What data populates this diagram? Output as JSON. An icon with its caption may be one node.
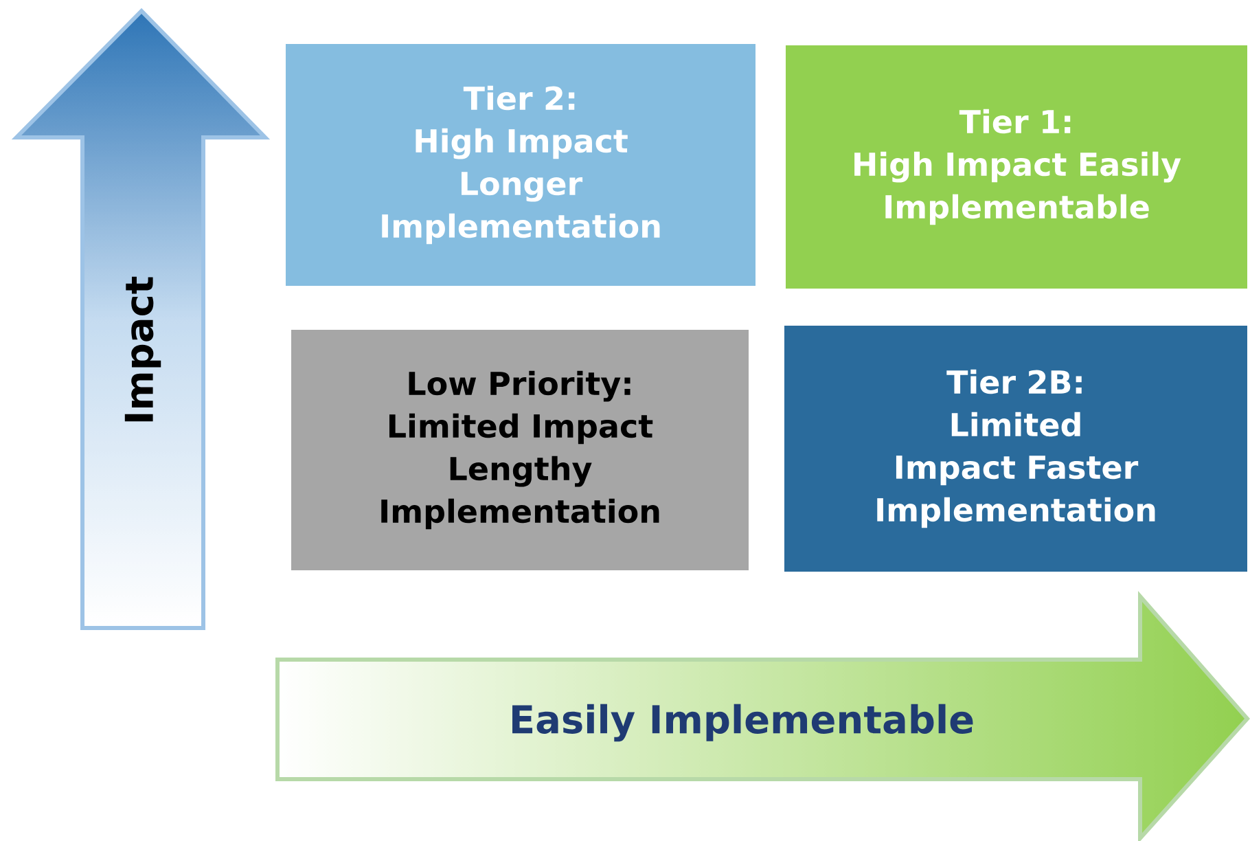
{
  "diagram": {
    "nodes": [
      {
        "text": [
          "Tier 2:",
          "High Impact Longer Implementation"
        ]
      },
      {
        "text": [
          "Tier 1:",
          "High Impact Easily Implementable"
        ]
      },
      {
        "text": [
          "Low Priority:",
          "Limited Impact Lengthy Implementation"
        ]
      },
      {
        "text": [
          "Tier 2B:",
          "Limited Impact Faster Implementation"
        ]
      },
      {
        "text": [
          "Impact"
        ]
      },
      {
        "text": [
          "Easily Implementable"
        ]
      }
    ]
  }
}
